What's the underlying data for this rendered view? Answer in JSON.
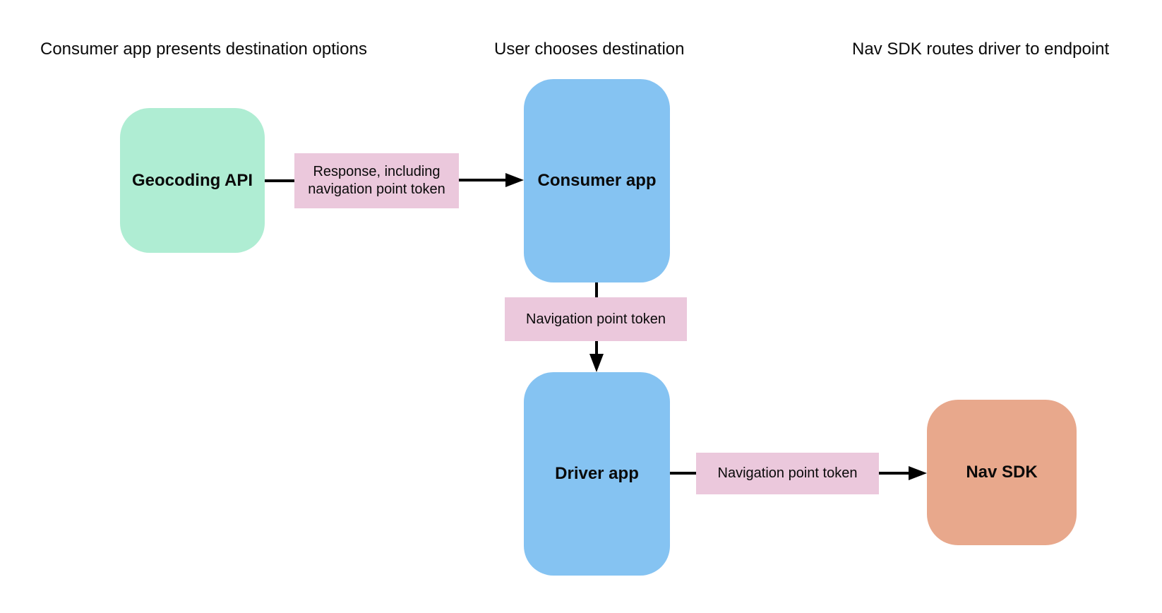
{
  "columns": [
    {
      "header": "Consumer app presents destination options"
    },
    {
      "header": "User chooses destination"
    },
    {
      "header": "Nav SDK routes driver to endpoint"
    }
  ],
  "nodes": {
    "geocoding_api": {
      "label": "Geocoding API",
      "color": "#afedd3"
    },
    "consumer_app": {
      "label": "Consumer app",
      "color": "#85c3f2"
    },
    "driver_app": {
      "label": "Driver app",
      "color": "#85c3f2"
    },
    "nav_sdk": {
      "label": "Nav SDK",
      "color": "#e8a88c"
    }
  },
  "edges": {
    "geocoding_to_consumer": {
      "label": "Response, including navigation point token",
      "label_bg": "#ebc8dc"
    },
    "consumer_to_driver": {
      "label": "Navigation point token",
      "label_bg": "#ebc8dc"
    },
    "driver_to_nav_sdk": {
      "label": "Navigation point token",
      "label_bg": "#ebc8dc"
    }
  },
  "style": {
    "background": "#ffffff",
    "connector_color": "#000000",
    "text_color": "#0a0a0a"
  }
}
